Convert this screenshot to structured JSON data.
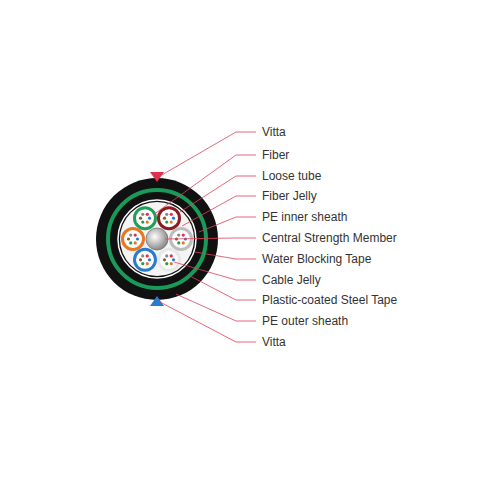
{
  "diagram": {
    "labels": [
      "Vitta",
      "Fiber",
      "Loose tube",
      "Fiber Jelly",
      "PE inner sheath",
      "Central Strength Member",
      "Water Blocking Tape",
      "Cable Jelly",
      "Plastic-coated Steel Tape",
      "PE outer sheath",
      "Vitta"
    ]
  }
}
